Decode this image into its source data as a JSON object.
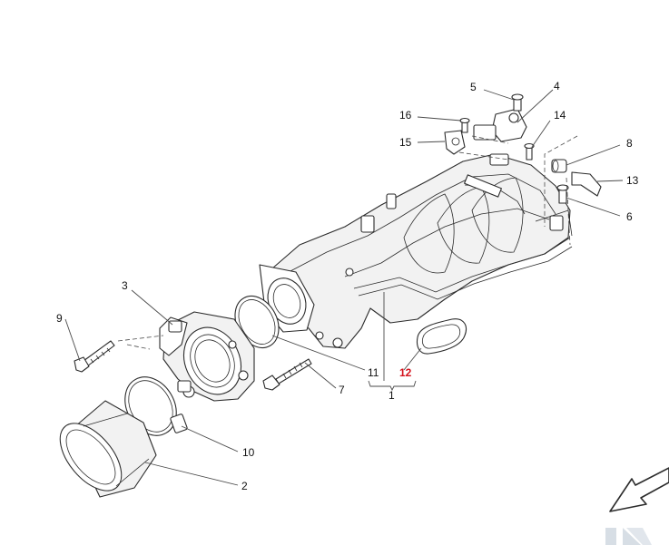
{
  "callouts": [
    {
      "id": "c1",
      "text": "1"
    },
    {
      "id": "c2",
      "text": "2"
    },
    {
      "id": "c3",
      "text": "3"
    },
    {
      "id": "c4",
      "text": "4"
    },
    {
      "id": "c5",
      "text": "5"
    },
    {
      "id": "c6",
      "text": "6"
    },
    {
      "id": "c7",
      "text": "7"
    },
    {
      "id": "c8",
      "text": "8"
    },
    {
      "id": "c9",
      "text": "9"
    },
    {
      "id": "c10",
      "text": "10"
    },
    {
      "id": "c11",
      "text": "11"
    },
    {
      "id": "c12",
      "text": "12"
    },
    {
      "id": "c13",
      "text": "13"
    },
    {
      "id": "c14",
      "text": "14"
    },
    {
      "id": "c15",
      "text": "15"
    },
    {
      "id": "c16",
      "text": "16"
    }
  ],
  "colors": {
    "line": "#2b2b2b",
    "highlight_label": "#d4111b",
    "nav_arrow": "#3a3a3a",
    "watermark": "#b8c4d0"
  },
  "icons": {
    "direction_arrow": "arrow-down-left-icon",
    "watermark": "watermark-logo-icon"
  }
}
